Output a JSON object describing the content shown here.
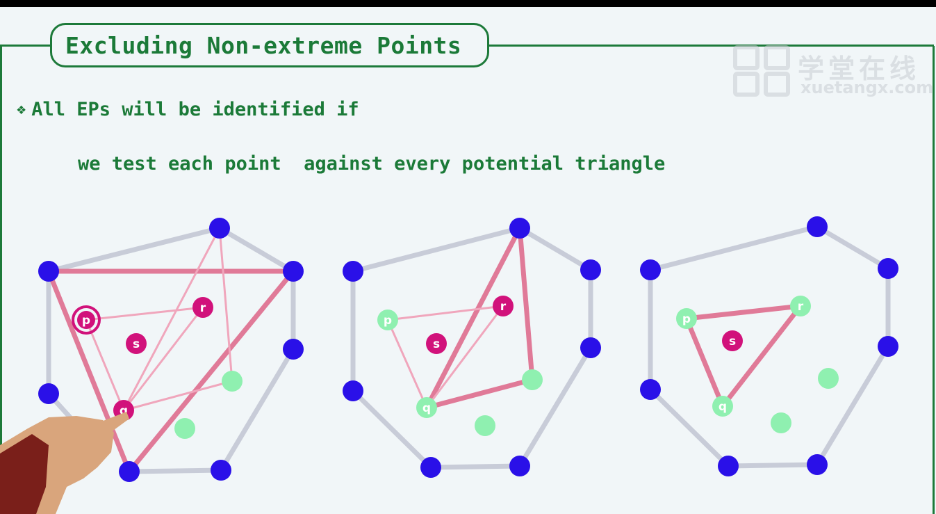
{
  "slide": {
    "title": "Excluding Non-extreme Points",
    "bullet_icon": "diamond-bullet-icon",
    "bullet": "All EPs will be identified if",
    "subtext": "we test each point  against every potential triangle"
  },
  "watermark": {
    "chinese": "学堂在线",
    "domain": "xuetangx.com",
    "logo_icon": "xuetangx-logo-icon"
  },
  "colors": {
    "extreme_point": "#2a10e8",
    "candidate_point": "#d1127b",
    "tested_point": "#8ff0b0",
    "hull_edge": "#c8ccd8",
    "triangle_edge": "#e07a98",
    "text_green": "#1b7a38"
  },
  "labels": {
    "p": "p",
    "q": "q",
    "r": "r",
    "s": "s"
  }
}
